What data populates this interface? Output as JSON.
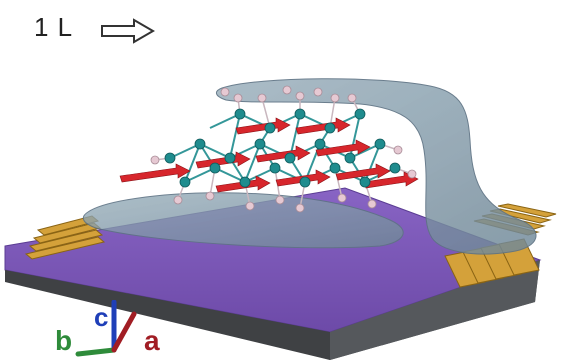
{
  "header": {
    "layer_label": "1 L",
    "arrow_icon": "right-hollow-arrow-icon"
  },
  "axes": {
    "a": "a",
    "b": "b",
    "c": "c"
  },
  "colors": {
    "substrate": "#7a56b8",
    "substrate_edge": "#4e3480",
    "electrode": "#d7a53a",
    "flake": "#7e97a8",
    "spin_arrow": "#d7262c",
    "atom_teal": "#1f8c8e",
    "atom_pink": "#e6c9d3"
  }
}
